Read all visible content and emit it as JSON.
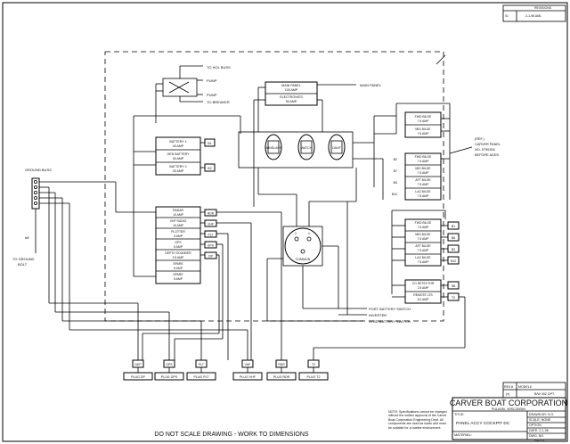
{
  "revisions": {
    "header": "REVISIONS",
    "row_rev": "01",
    "row_date": "2-1-98 AML"
  },
  "top_labels": {
    "to_hol_buss": "TO HOL BUSS",
    "pump1": "PUMP",
    "pump2": "PUMP",
    "to_breaker": "TO BREAKER",
    "main_panel_lead": "MAIN PANEL"
  },
  "main_panel": {
    "l1": "MAIN PANEL",
    "l2": "100 AMP",
    "l3": "ELECTRONICS",
    "l4": "50 AMP"
  },
  "batteries": [
    {
      "l1": "BATTERY 1",
      "l2": "40 AMP",
      "tag": "B1"
    },
    {
      "l1": "GEN BATTERY",
      "l2": "40 AMP",
      "tag": ""
    },
    {
      "l1": "BATTERY 2",
      "l2": "40 AMP",
      "tag": "B2"
    }
  ],
  "switches": [
    {
      "label": "WINDLASS"
    },
    {
      "label": "WATCH"
    },
    {
      "label": "DAVIT"
    }
  ],
  "left_labels": {
    "ground_buss": "GROUND BUSS",
    "wire": "#8",
    "to_ground": "TO GROUND",
    "bolt": "BOLT"
  },
  "electronics": [
    {
      "l1": "RADAR",
      "l2": "10 AMP",
      "tag": "RDR"
    },
    {
      "l1": "VHF RADIO",
      "l2": "10 AMP",
      "tag": "VHF"
    },
    {
      "l1": "PLOTTER",
      "l2": "5 AMP",
      "tag": "PLT"
    },
    {
      "l1": "GPS",
      "l2": "5 AMP",
      "tag": "GPS"
    },
    {
      "l1": "DEPTH SOUNDER",
      "l2": "2.5 AMP",
      "tag": "DP"
    },
    {
      "l1": "SPARE",
      "l2": "5 AMP",
      "tag": ""
    },
    {
      "l1": "SPARE",
      "l2": "5 AMP",
      "tag": ""
    }
  ],
  "bilge_top": [
    {
      "l1": "FWD BILGE",
      "l2": "7.5 AMP",
      "tag": ""
    },
    {
      "l1": "MID BILGE",
      "l2": "7.5 AMP",
      "tag": ""
    }
  ],
  "bilge_mid": [
    {
      "l1": "FWD BILGE",
      "l2": "7.5 AMP",
      "tag": "B2"
    },
    {
      "l1": "MID BILGE",
      "l2": "7.5 AMP",
      "tag": "B7"
    },
    {
      "l1": "AFT BILGE",
      "l2": "7.5 AMP",
      "tag": "B4"
    },
    {
      "l1": "LAZ BILGE",
      "l2": "7.5 AMP",
      "tag": "B11"
    }
  ],
  "bilge_low": [
    {
      "l1": "FWD BILGE",
      "l2": "7.5 AMP",
      "tag": "B1"
    },
    {
      "l1": "MID BILGE",
      "l2": "7.5 AMP",
      "tag": "B6"
    },
    {
      "l1": "AFT BILGE",
      "l2": "7.5 AMP",
      "tag": "B3"
    },
    {
      "l1": "LAZ BILGE",
      "l2": "7.5 AMP",
      "tag": "B10"
    }
  ],
  "detectors": [
    {
      "l1": "CO DETECTOR",
      "l2": "2.5 AMP",
      "tag": "SB"
    },
    {
      "l1": "REMOTE LTS",
      "l2": "5.0 AMP",
      "tag": "T2"
    }
  ],
  "panel_ref": {
    "l1": "(REF.)",
    "l2": "CARVER PANEL",
    "l3": "NO. 5790306",
    "l4": "BEFORE ADDS"
  },
  "common": {
    "label": "COMMON",
    "p1": "2",
    "p2": "1"
  },
  "battery_switch_labels": [
    "PORT BATTERY SWITCH",
    "INVERTER",
    "STBD BATTERY SWITCH"
  ],
  "plugs": [
    {
      "tag": "DEP",
      "label": "PLUG DP"
    },
    {
      "tag": "GPS",
      "label": "PLUG GPS"
    },
    {
      "tag": "PLT",
      "label": "PLUG PLT"
    },
    {
      "tag": "VHF",
      "label": "PLUG VHF"
    },
    {
      "tag": "RDR",
      "label": "PLUG RDR"
    },
    {
      "tag": "T2",
      "label": "PLUG T2"
    }
  ],
  "title_block": {
    "rev_label": "REV.#",
    "rev_val": "(x)",
    "model_label": "MODEL#",
    "model_val": "B/W 492 OPT.",
    "company": "CARVER BOAT CORPORATION",
    "location": "PULASKI, WISCONSIN",
    "title_label": "TITLE:",
    "title_val": "PANEL ACCY COCKPIT DC",
    "drawn_by": "DRAWN BY: S.O.",
    "scale": "SCALE: NONE",
    "option": "OPTION",
    "date": "DATE: 2-1-96",
    "dwg_label": "DWG. NO.",
    "dwg_val": "E4057C",
    "material": "MATERIAL:",
    "note": "NOTE: Specifications cannot be changed without the written approval of the Carver Boat Corporation Engineering Dept. All components are used as loads and must be suitable for a marine environment."
  },
  "footer": "DO NOT SCALE DRAWING - WORK TO DIMENSIONS"
}
